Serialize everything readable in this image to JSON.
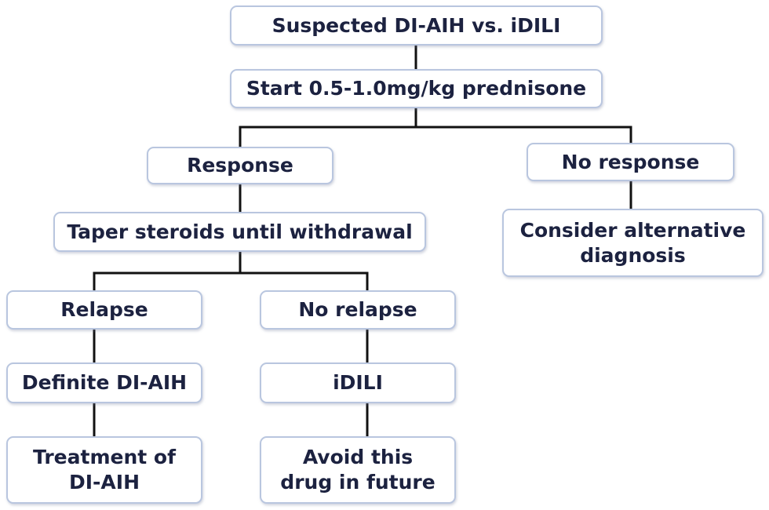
{
  "flowchart": {
    "nodes": {
      "suspected": "Suspected DI-AIH vs. iDILI",
      "start_pred": "Start 0.5-1.0mg/kg prednisone",
      "response": "Response",
      "no_response": "No response",
      "taper": "Taper steroids until withdrawal",
      "consider_alt": "Consider alternative\ndiagnosis",
      "relapse": "Relapse",
      "no_relapse": "No relapse",
      "definite": "Definite DI-AIH",
      "idili": "iDILI",
      "treatment": "Treatment of\nDI-AIH",
      "avoid": "Avoid this\ndrug in future"
    }
  }
}
